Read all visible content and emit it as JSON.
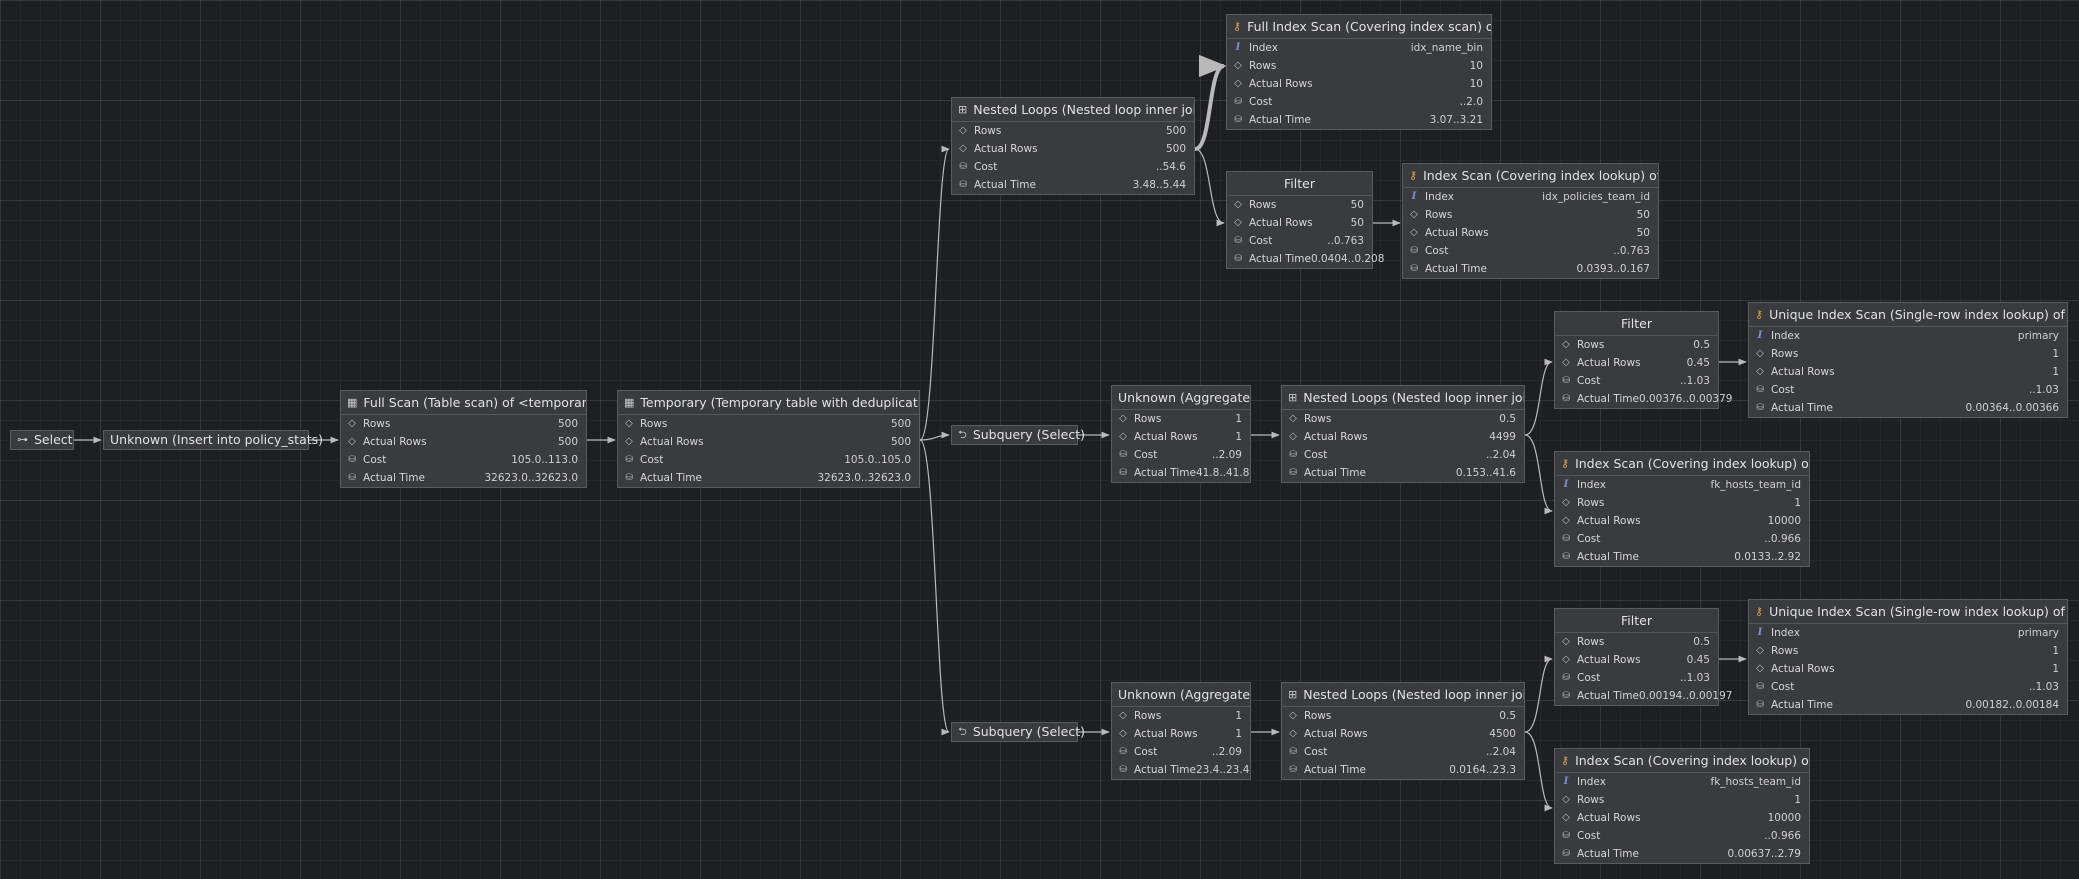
{
  "labels": {
    "index": "Index",
    "rows": "Rows",
    "actual_rows": "Actual Rows",
    "cost": "Cost",
    "actual_time": "Actual Time"
  },
  "tags": {
    "select": "Select",
    "insert": "Unknown (Insert into policy_stats)",
    "subquery1": "Subquery (Select)",
    "subquery2": "Subquery (Select)"
  },
  "nodes": {
    "full_scan": {
      "title": "Full Scan (Table scan) of <temporary>",
      "rows": "500",
      "actual_rows": "500",
      "cost": "105.0..113.0",
      "actual_time": "32623.0..32623.0"
    },
    "temporary": {
      "title": "Temporary (Temporary table with deduplication)",
      "rows": "500",
      "actual_rows": "500",
      "cost": "105.0..105.0",
      "actual_time": "32623.0..32623.0"
    },
    "nested_top": {
      "title": "Nested Loops (Nested loop inner join)",
      "rows": "500",
      "actual_rows": "500",
      "cost": "..54.6",
      "actual_time": "3.48..5.44"
    },
    "full_index_scan_t": {
      "title": "Full Index Scan (Covering index scan) of t",
      "index": "idx_name_bin",
      "rows": "10",
      "actual_rows": "10",
      "cost": "..2.0",
      "actual_time": "3.07..3.21"
    },
    "filter_top": {
      "title": "Filter",
      "rows": "50",
      "actual_rows": "50",
      "cost": "..0.763",
      "actual_time": "0.0404..0.208"
    },
    "index_scan_p": {
      "title": "Index Scan (Covering index lookup) of p",
      "index": "idx_policies_team_id",
      "rows": "50",
      "actual_rows": "50",
      "cost": "..0.763",
      "actual_time": "0.0393..0.167"
    },
    "agg1": {
      "title": "Unknown (Aggregate)",
      "rows": "1",
      "actual_rows": "1",
      "cost": "..2.09",
      "actual_time": "41.8..41.8"
    },
    "nested1": {
      "title": "Nested Loops (Nested loop inner join)",
      "rows": "0.5",
      "actual_rows": "4499",
      "cost": "..2.04",
      "actual_time": "0.153..41.6"
    },
    "filter1": {
      "title": "Filter",
      "rows": "0.5",
      "actual_rows": "0.45",
      "cost": "..1.03",
      "actual_time": "0.00376..0.00379"
    },
    "unique1": {
      "title": "Unique Index Scan (Single-row index lookup) of pm",
      "index": "primary",
      "rows": "1",
      "actual_rows": "1",
      "cost": "..1.03",
      "actual_time": "0.00364..0.00366"
    },
    "index_h1": {
      "title": "Index Scan (Covering index lookup) of h",
      "index": "fk_hosts_team_id",
      "rows": "1",
      "actual_rows": "10000",
      "cost": "..0.966",
      "actual_time": "0.0133..2.92"
    },
    "agg2": {
      "title": "Unknown (Aggregate)",
      "rows": "1",
      "actual_rows": "1",
      "cost": "..2.09",
      "actual_time": "23.4..23.4"
    },
    "nested2": {
      "title": "Nested Loops (Nested loop inner join)",
      "rows": "0.5",
      "actual_rows": "4500",
      "cost": "..2.04",
      "actual_time": "0.0164..23.3"
    },
    "filter2": {
      "title": "Filter",
      "rows": "0.5",
      "actual_rows": "0.45",
      "cost": "..1.03",
      "actual_time": "0.00194..0.00197"
    },
    "unique2": {
      "title": "Unique Index Scan (Single-row index lookup) of pm",
      "index": "primary",
      "rows": "1",
      "actual_rows": "1",
      "cost": "..1.03",
      "actual_time": "0.00182..0.00184"
    },
    "index_h2": {
      "title": "Index Scan (Covering index lookup) of h",
      "index": "fk_hosts_team_id",
      "rows": "1",
      "actual_rows": "10000",
      "cost": "..0.966",
      "actual_time": "0.00637..2.79"
    }
  },
  "colors": {
    "background": "#1e1f22",
    "node": "#3a3b3e",
    "border": "#5a5b5f",
    "edge": "#b9b9b9",
    "key_icon": "#d9a447",
    "index_icon": "#7a8fd6"
  },
  "icons": {
    "select": "select-icon",
    "table": "table-icon",
    "join": "join-icon",
    "key": "key-icon",
    "subquery": "subquery-icon",
    "diamond": "diamond-icon",
    "cost": "database-icon",
    "index": "index-icon"
  }
}
